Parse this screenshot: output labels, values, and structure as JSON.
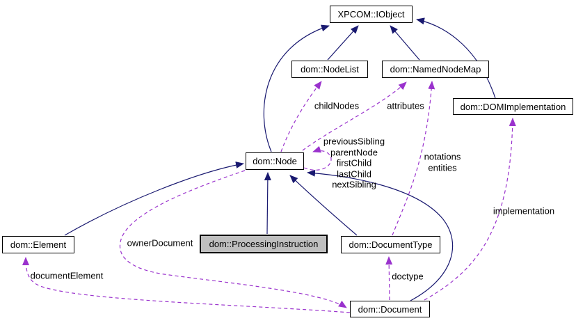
{
  "diagram": {
    "kind": "collaboration-graph",
    "nodes": {
      "xpcom_iobject": "XPCOM::IObject",
      "nodelist": "dom::NodeList",
      "namednodemap": "dom::NamedNodeMap",
      "domimplementation": "dom::DOMImplementation",
      "node": "dom::Node",
      "element": "dom::Element",
      "processinginstruction": "dom::ProcessingInstruction",
      "documenttype": "dom::DocumentType",
      "document": "dom::Document"
    },
    "labels": {
      "child_nodes": "childNodes",
      "attributes": "attributes",
      "self_refs": [
        "previousSibling",
        "parentNode",
        "firstChild",
        "lastChild",
        "nextSibling"
      ],
      "notations_entities": [
        "notations",
        "entities"
      ],
      "implementation": "implementation",
      "owner_document": "ownerDocument",
      "document_element": "documentElement",
      "doctype": "doctype"
    },
    "colors": {
      "inheritance_edge": "#191970",
      "usage_edge": "#9a32cd",
      "node_fill": "#ffffff",
      "node_border": "#000000",
      "current_node_fill": "#bfbfbf",
      "text": "#000000",
      "background": "#ffffff"
    },
    "edges": [
      {
        "from": "dom::NodeList",
        "to": "XPCOM::IObject",
        "type": "inheritance"
      },
      {
        "from": "dom::NamedNodeMap",
        "to": "XPCOM::IObject",
        "type": "inheritance"
      },
      {
        "from": "dom::DOMImplementation",
        "to": "XPCOM::IObject",
        "type": "inheritance"
      },
      {
        "from": "dom::Node",
        "to": "XPCOM::IObject",
        "type": "inheritance"
      },
      {
        "from": "dom::Element",
        "to": "dom::Node",
        "type": "inheritance"
      },
      {
        "from": "dom::ProcessingInstruction",
        "to": "dom::Node",
        "type": "inheritance"
      },
      {
        "from": "dom::DocumentType",
        "to": "dom::Node",
        "type": "inheritance"
      },
      {
        "from": "dom::Document",
        "to": "dom::Node",
        "type": "inheritance"
      },
      {
        "from": "dom::Node",
        "to": "dom::NodeList",
        "type": "usage",
        "label": "childNodes"
      },
      {
        "from": "dom::Node",
        "to": "dom::NamedNodeMap",
        "type": "usage",
        "label": "attributes"
      },
      {
        "from": "dom::Node",
        "to": "dom::Node",
        "type": "usage",
        "label": "previousSibling parentNode firstChild lastChild nextSibling"
      },
      {
        "from": "dom::DocumentType",
        "to": "dom::NamedNodeMap",
        "type": "usage",
        "label": "notations entities"
      },
      {
        "from": "dom::Document",
        "to": "dom::DOMImplementation",
        "type": "usage",
        "label": "implementation"
      },
      {
        "from": "dom::Document",
        "to": "dom::DocumentType",
        "type": "usage",
        "label": "doctype"
      },
      {
        "from": "dom::Document",
        "to": "dom::Element",
        "type": "usage",
        "label": "documentElement"
      },
      {
        "from": "dom::Node",
        "to": "dom::Document",
        "type": "usage",
        "label": "ownerDocument"
      }
    ]
  }
}
